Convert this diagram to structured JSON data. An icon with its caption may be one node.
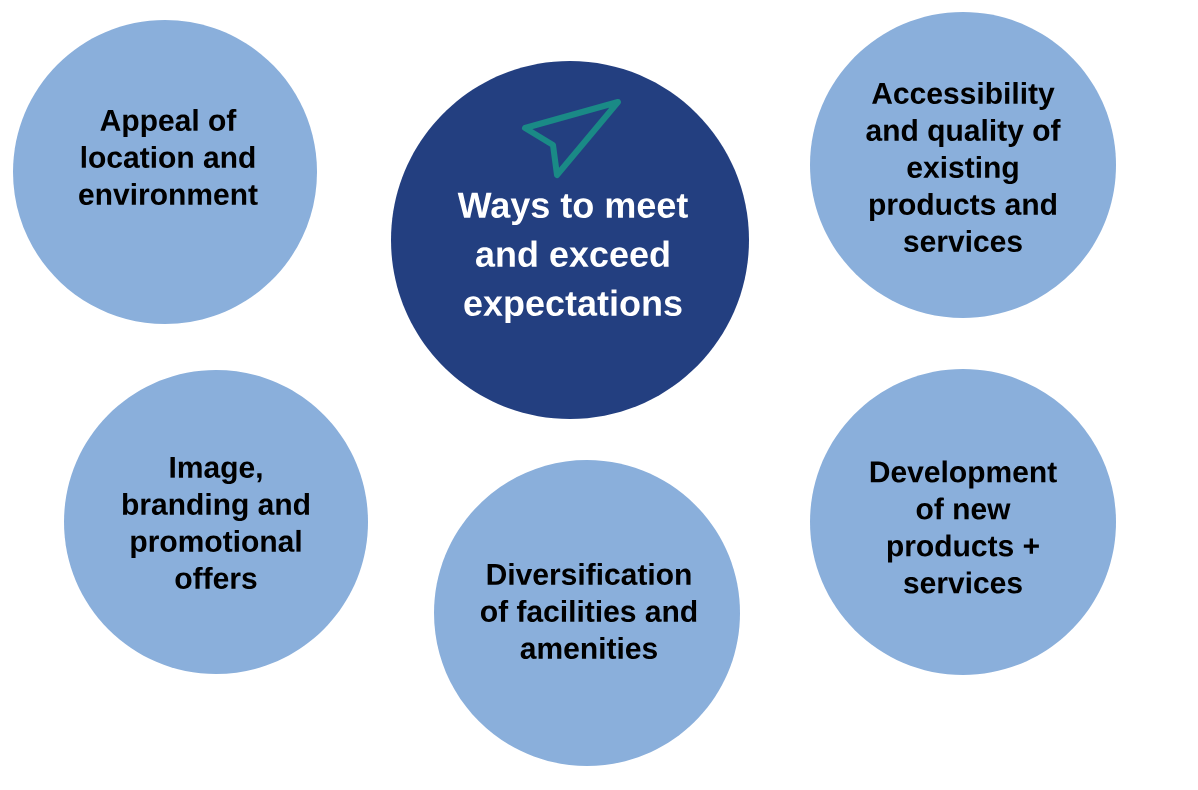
{
  "diagram": {
    "nodes": [
      {
        "text": [
          "Ways to meet and exceed expectations"
        ]
      },
      {
        "text": [
          "Appeal of location and environment"
        ]
      },
      {
        "text": [
          "Accessibility and quality of existing products and services"
        ]
      },
      {
        "text": [
          "Image, branding and promotional offers"
        ]
      },
      {
        "text": [
          "Diversification of facilities and amenities"
        ]
      },
      {
        "text": [
          "Development of new products + services"
        ]
      }
    ]
  }
}
